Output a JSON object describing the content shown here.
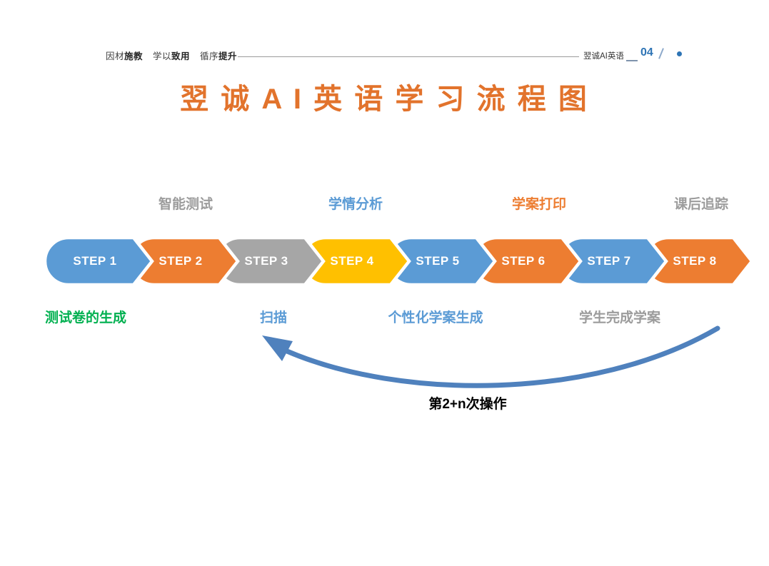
{
  "header": {
    "slogan": [
      {
        "regular": "因材",
        "bold": "施教"
      },
      {
        "regular": "学以",
        "bold": "致用"
      },
      {
        "regular": "循序",
        "bold": "提升"
      }
    ],
    "brand": "翌诚AI英语",
    "page_number": "04"
  },
  "title": {
    "text": "翌 诚 A I 英 语 学 习 流 程 图",
    "color": "#E2732C"
  },
  "phases_top": [
    {
      "text": "智能测试",
      "color": "#9C9C9C"
    },
    {
      "text": "学情分析",
      "color": "#5B9BD5"
    },
    {
      "text": "学案打印",
      "color": "#ED7D31"
    },
    {
      "text": "课后追踪",
      "color": "#9C9C9C"
    }
  ],
  "steps": [
    {
      "label": "STEP 1",
      "color": "#5B9BD5"
    },
    {
      "label": "STEP 2",
      "color": "#ED7D31"
    },
    {
      "label": "STEP 3",
      "color": "#A6A6A6"
    },
    {
      "label": "STEP 4",
      "color": "#FFC000"
    },
    {
      "label": "STEP 5",
      "color": "#5B9BD5"
    },
    {
      "label": "STEP 6",
      "color": "#ED7D31"
    },
    {
      "label": "STEP 7",
      "color": "#5B9BD5"
    },
    {
      "label": "STEP 8",
      "color": "#ED7D31"
    }
  ],
  "phases_bottom": [
    {
      "text": "测试卷的生成",
      "color": "#00B050"
    },
    {
      "text": "扫描",
      "color": "#5B9BD5"
    },
    {
      "text": "个性化学案生成",
      "color": "#5B9BD5"
    },
    {
      "text": "学生完成学案",
      "color": "#9C9C9C"
    }
  ],
  "loop": {
    "label": "第2+n次操作",
    "label_color": "#000000",
    "arrow_color": "#4F81BD"
  }
}
